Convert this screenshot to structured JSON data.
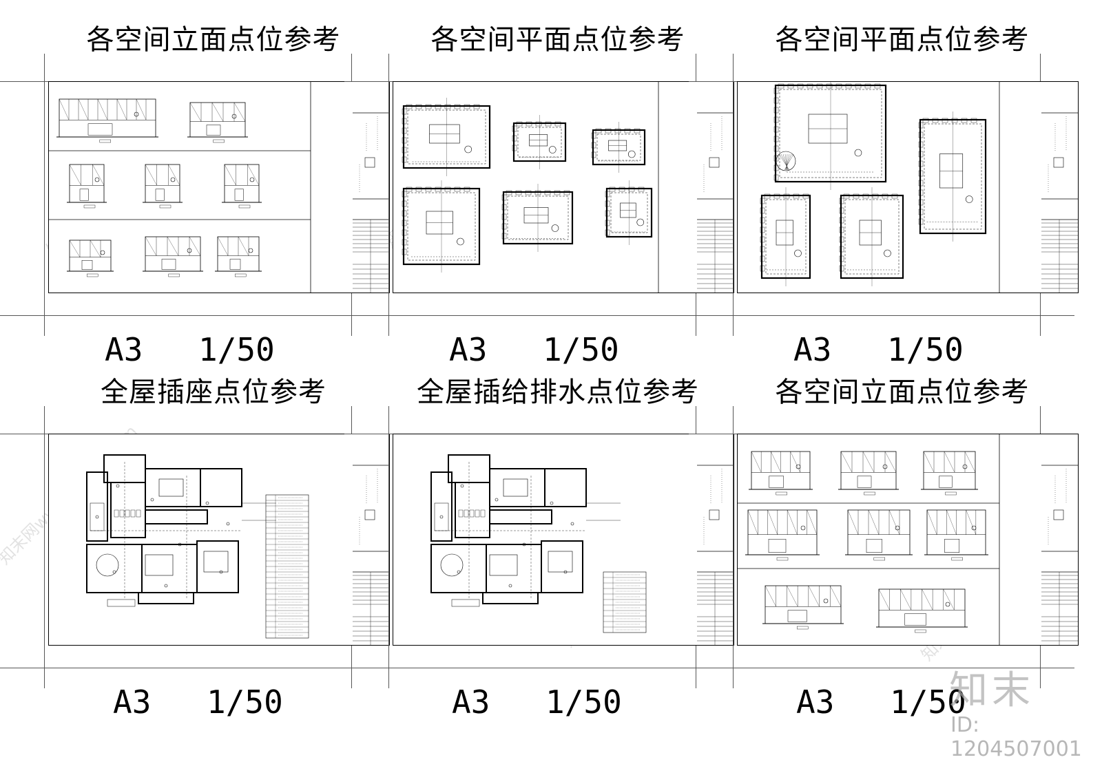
{
  "panels": [
    {
      "title": "各空间立面点位参考",
      "size": "A3",
      "scale": "1/50",
      "kind": "elevation"
    },
    {
      "title": "各空间平面点位参考",
      "size": "A3",
      "scale": "1/50",
      "kind": "plan-rooms"
    },
    {
      "title": "各空间平面点位参考",
      "size": "A3",
      "scale": "1/50",
      "kind": "plan-furniture"
    },
    {
      "title": "全屋插座点位参考",
      "size": "A3",
      "scale": "1/50",
      "kind": "socket"
    },
    {
      "title": "全屋插给排水点位参考",
      "size": "A3",
      "scale": "1/50",
      "kind": "water"
    },
    {
      "title": "各空间立面点位参考",
      "size": "A3",
      "scale": "1/50",
      "kind": "elevation2"
    }
  ],
  "watermark": {
    "logo": "知末",
    "id": "ID: 1204507001",
    "site": "知末网www.znzmo.com"
  }
}
